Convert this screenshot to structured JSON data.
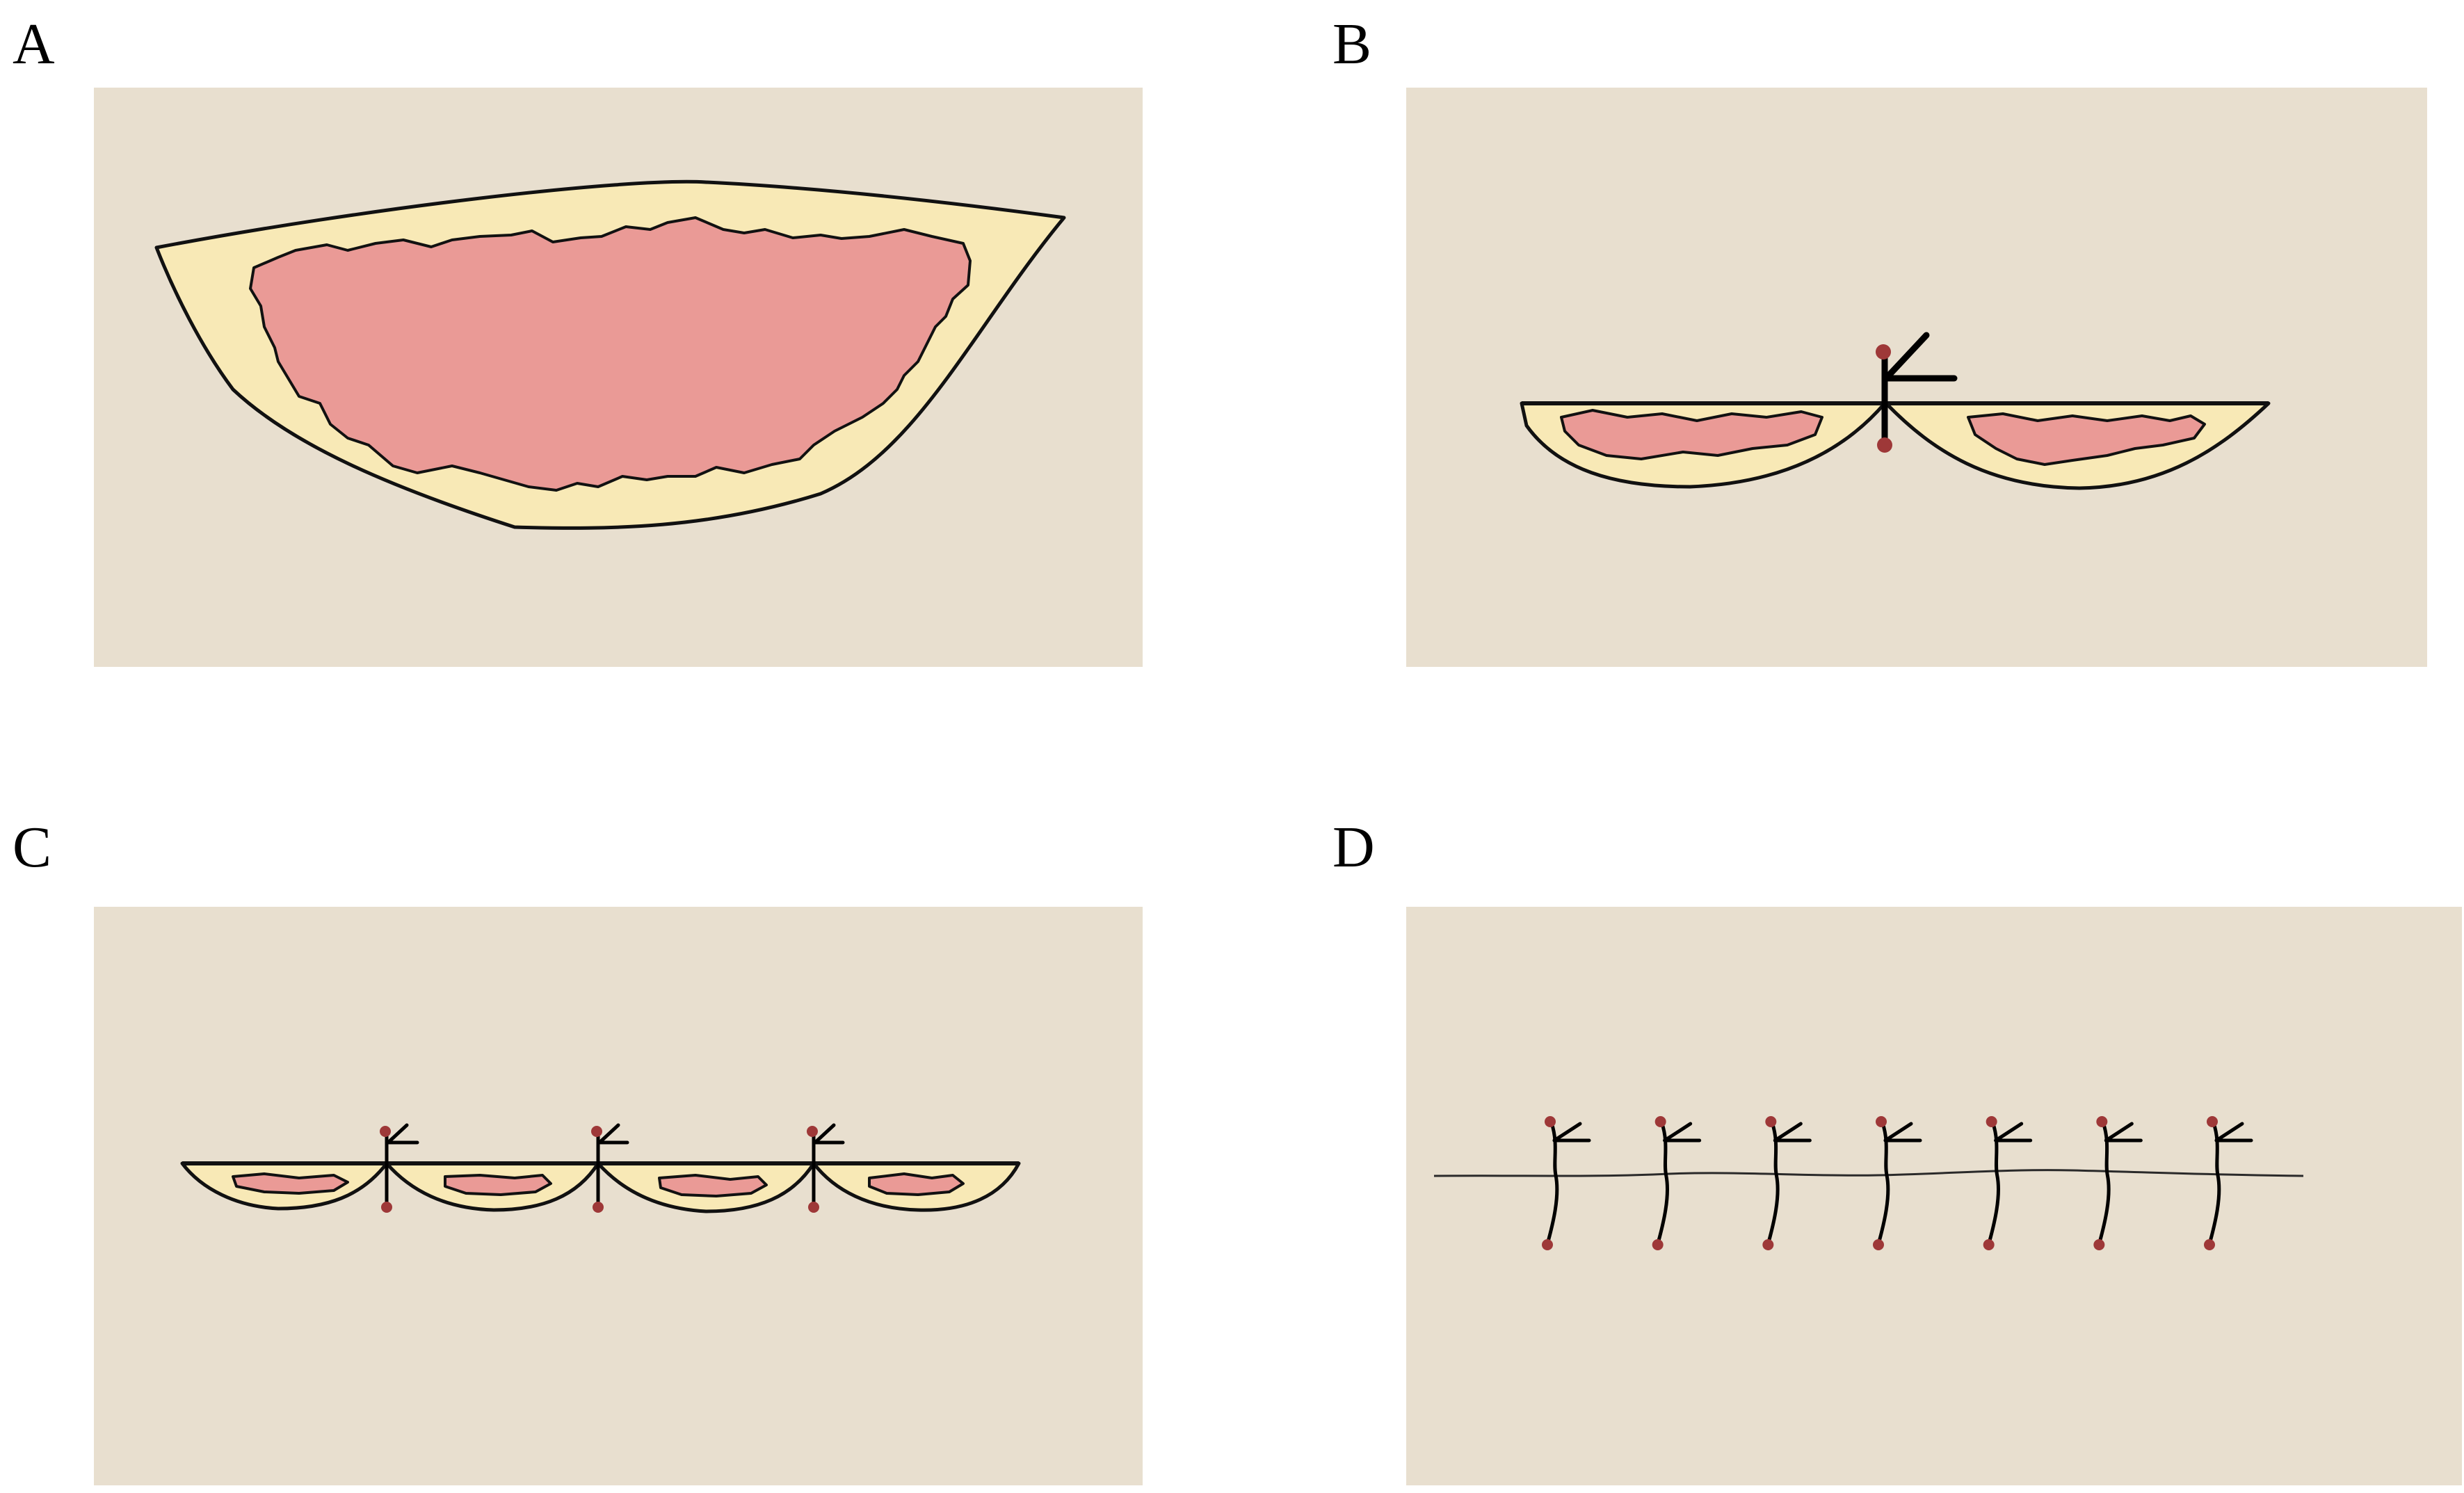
{
  "panels": [
    {
      "id": "A",
      "label": "A",
      "stage": "wound"
    },
    {
      "id": "B",
      "label": "B",
      "stage": "one-suture",
      "sutures": 1
    },
    {
      "id": "C",
      "label": "C",
      "stage": "three-sutures",
      "sutures": 3
    },
    {
      "id": "D",
      "label": "D",
      "stage": "closed",
      "sutures": 7
    }
  ],
  "colors": {
    "background": "#e8dfcf",
    "skin_edge": "#f8e9b6",
    "wound_bed": "#ea9a96",
    "suture": "#000000",
    "suture_knot": "#9e3838"
  }
}
